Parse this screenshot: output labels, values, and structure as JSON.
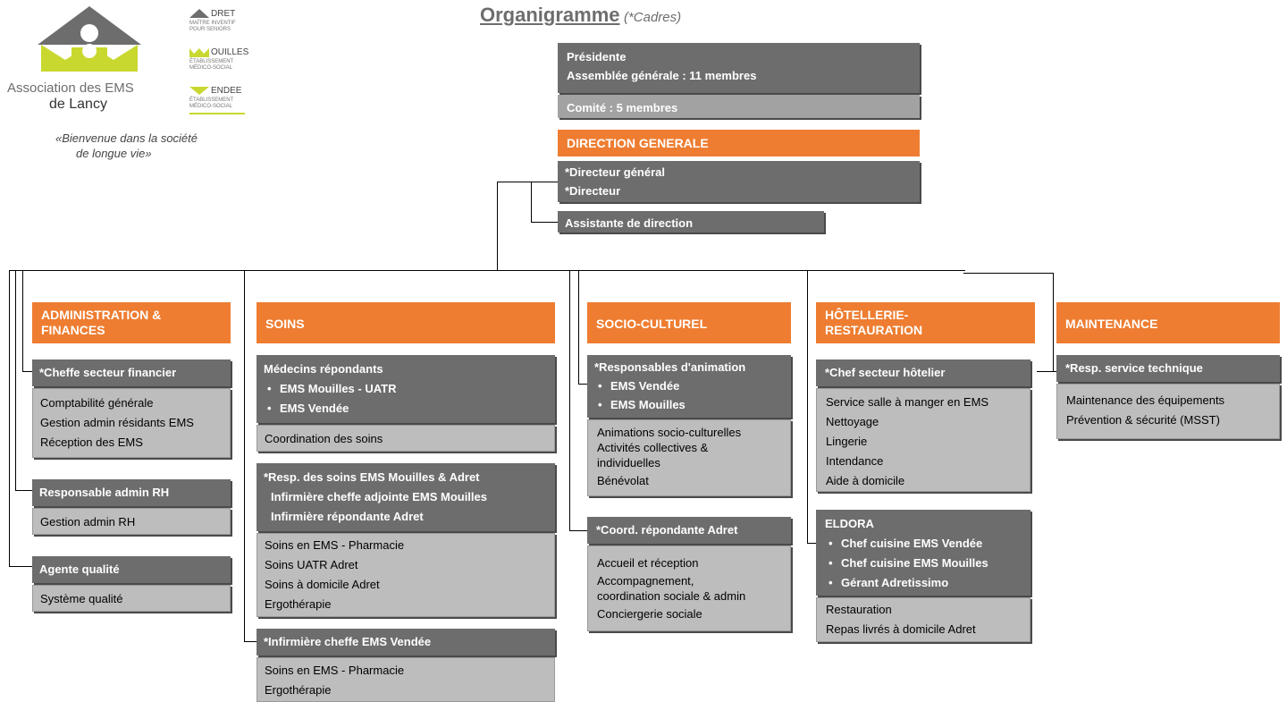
{
  "header": {
    "title": "Organigramme",
    "subtitle": "(*Cadres)"
  },
  "logo": {
    "org_line1": "Association des EMS",
    "org_line2": "de Lancy",
    "tagline_line1": "«Bienvenue dans la société",
    "tagline_line2": "de longue vie»",
    "establishments": [
      {
        "name": "DRET",
        "desc1": "MAÎTRE INVENTIF",
        "desc2": "POUR SENIORS"
      },
      {
        "name": "OUILLES",
        "desc1": "ÉTABLISSEMENT",
        "desc2": "MÉDICO-SOCIAL"
      },
      {
        "name": "ENDEE",
        "desc1": "ÉTABLISSEMENT",
        "desc2": "MÉDICO-SOCIAL"
      }
    ]
  },
  "top": {
    "presidente": "Présidente",
    "assemblee": "Assemblée générale : 11 membres",
    "comite": "Comité :  5 membres",
    "direction_title": "DIRECTION GENERALE",
    "directeur_general": "*Directeur  général",
    "directeur": "*Directeur",
    "assistante": "Assistante de direction"
  },
  "departments": {
    "admin": {
      "title_l1": "ADMINISTRATION &",
      "title_l2": "FINANCES",
      "fin_head": "*Cheffe secteur financier",
      "fin_items": [
        "Comptabilité générale",
        "Gestion admin résidants EMS",
        "Réception des EMS"
      ],
      "rh_head": "Responsable admin RH",
      "rh_items": [
        "Gestion admin RH"
      ],
      "qual_head": "Agente qualité",
      "qual_items": [
        "Système qualité"
      ]
    },
    "soins": {
      "title": "SOINS",
      "med_head": "Médecins répondants",
      "med_bullets": [
        "EMS Mouilles - UATR",
        "EMS Vendée"
      ],
      "med_items": [
        "Coordination des soins"
      ],
      "resp_head": "*Resp. des soins EMS Mouilles & Adret",
      "resp_sub": [
        "Infirmière cheffe adjointe EMS Mouilles",
        "Infirmière répondante Adret"
      ],
      "resp_items": [
        "Soins en EMS - Pharmacie",
        "Soins UATR Adret",
        "Soins à domicile Adret",
        "Ergothérapie"
      ],
      "inf_head": "*Infirmière cheffe EMS Vendée",
      "inf_items": [
        "Soins en EMS - Pharmacie",
        "Ergothérapie"
      ]
    },
    "socio": {
      "title": "SOCIO-CULTUREL",
      "anim_head": "*Responsables d'animation",
      "anim_bullets": [
        "EMS Vendée",
        "EMS Mouilles"
      ],
      "anim_items": [
        "Animations socio-culturelles",
        "Activités collectives &",
        "individuelles",
        "Bénévolat"
      ],
      "coord_head": "*Coord. répondante Adret",
      "coord_items": [
        "Accueil et réception",
        "Accompagnement,",
        "coordination sociale & admin",
        "Conciergerie sociale"
      ]
    },
    "hotel": {
      "title_l1": "HÔTELLERIE-",
      "title_l2": "RESTAURATION",
      "chef_head": "*Chef secteur hôtelier",
      "chef_items": [
        "Service salle à manger en EMS",
        "Nettoyage",
        "Lingerie",
        "Intendance",
        "Aide à domicile"
      ],
      "eldora_head": "ELDORA",
      "eldora_bullets": [
        "Chef cuisine EMS Vendée",
        "Chef cuisine EMS Mouilles",
        "Gérant Adretissimo"
      ],
      "eldora_items": [
        "Restauration",
        "Repas livrés à domicile Adret"
      ]
    },
    "maint": {
      "title": "MAINTENANCE",
      "tech_head": "*Resp. service technique",
      "tech_items": [
        "Maintenance des équipements",
        "Prévention & sécurité (MSST)"
      ]
    }
  },
  "colors": {
    "orange": "#ee7d31",
    "dark_gray": "#6d6d6d",
    "light_gray": "#bdbdbd",
    "logo_green": "#c9d82f"
  }
}
